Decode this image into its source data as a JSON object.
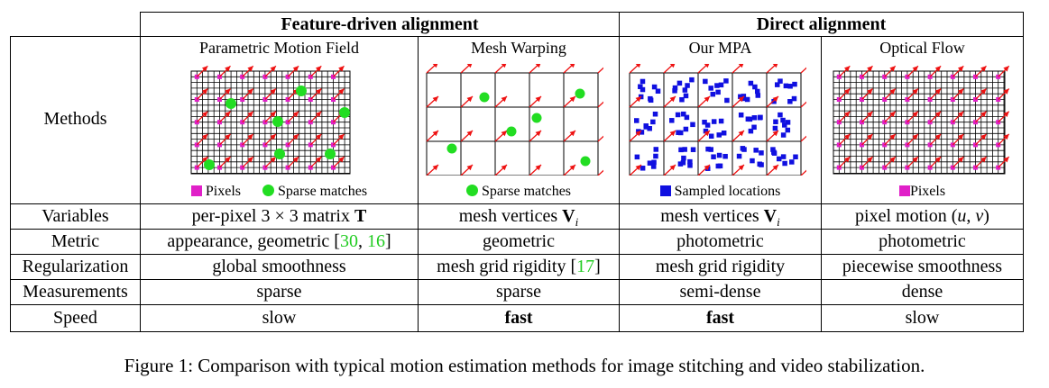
{
  "headers": {
    "group_feature": "Feature-driven alignment",
    "group_direct": "Direct alignment"
  },
  "methods": {
    "row_label": "Methods",
    "names": [
      "Parametric Motion Field",
      "Mesh Warping",
      "Our MPA",
      "Optical Flow"
    ],
    "legends": {
      "pmf_pixels": "Pixels",
      "pmf_matches": "Sparse matches",
      "mesh_matches": "Sparse matches",
      "mpa_sampled": "Sampled locations",
      "flow_pixels": "Pixels"
    }
  },
  "rows": [
    {
      "label": "Variables",
      "cells": [
        "per-pixel 3 × 3 matrix T",
        "mesh vertices V",
        "mesh vertices V",
        "pixel motion (u, v)"
      ]
    },
    {
      "label": "Metric",
      "cells": [
        "appearance, geometric [30, 16]",
        "geometric",
        "photometric",
        "photometric"
      ]
    },
    {
      "label": "Regularization",
      "cells": [
        "global smoothness",
        "mesh grid rigidity [17]",
        "mesh grid rigidity",
        "piecewise smoothness"
      ]
    },
    {
      "label": "Measurements",
      "cells": [
        "sparse",
        "sparse",
        "semi-dense",
        "dense"
      ]
    },
    {
      "label": "Speed",
      "cells": [
        "slow",
        "fast",
        "fast",
        "slow"
      ]
    }
  ],
  "variables": {
    "pmf_prefix": "per-pixel ",
    "pmf_math": "3 × 3",
    "pmf_mid": " matrix ",
    "pmf_bold": "T",
    "mesh_prefix": "mesh vertices ",
    "mesh_bold": "V",
    "mesh_sub": "i",
    "mpa_prefix": "mesh vertices ",
    "mpa_bold": "V",
    "mpa_sub": "i",
    "flow_prefix": "pixel motion ",
    "flow_math_open": "(",
    "flow_u": "u",
    "flow_comma": ", ",
    "flow_v": "v",
    "flow_math_close": ")"
  },
  "metric": {
    "pmf_text": "appearance, geometric [",
    "pmf_cite1": "30",
    "pmf_sep": ", ",
    "pmf_cite2": "16",
    "pmf_close": "]",
    "mesh": "geometric",
    "mpa": "photometric",
    "flow": "photometric"
  },
  "regularization": {
    "pmf": "global smoothness",
    "mesh_text": "mesh grid rigidity [",
    "mesh_cite": "17",
    "mesh_close": "]",
    "mpa": "mesh grid rigidity",
    "flow": "piecewise smoothness"
  },
  "measurements": {
    "pmf": "sparse",
    "mesh": "sparse",
    "mpa": "semi-dense",
    "flow": "dense"
  },
  "speed": {
    "pmf": "slow",
    "mesh": "fast",
    "mpa": "fast",
    "flow": "slow"
  },
  "row_labels": {
    "variables": "Variables",
    "metric": "Metric",
    "regularization": "Regularization",
    "measurements": "Measurements",
    "speed": "Speed"
  },
  "caption": "Figure 1: Comparison with typical motion estimation methods for image stitching and video stabilization.",
  "colors": {
    "pixel": "#e020c8",
    "match": "#22dd22",
    "sampled": "#1010e0",
    "arrow": "#ee1111",
    "cite": "#22cc22"
  }
}
